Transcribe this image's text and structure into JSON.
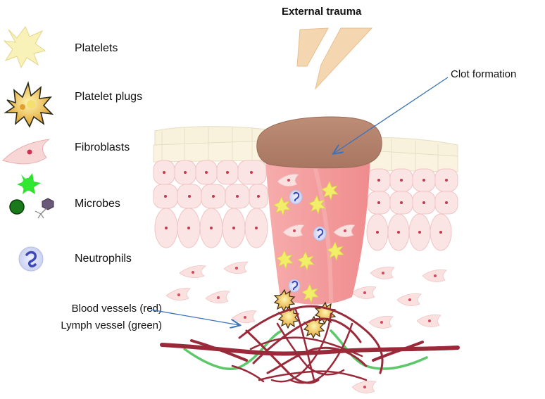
{
  "title": "External trauma",
  "legend": [
    {
      "key": "platelets",
      "label": "Platelets"
    },
    {
      "key": "platelet_plugs",
      "label": "Platelet plugs"
    },
    {
      "key": "fibroblasts",
      "label": "Fibroblasts"
    },
    {
      "key": "microbes",
      "label": "Microbes"
    },
    {
      "key": "neutrophils",
      "label": "Neutrophils"
    }
  ],
  "callouts": {
    "clot": "Clot formation",
    "blood_vessels": "Blood vessels (red)",
    "lymph_vessel": "Lymph vessel (green)"
  },
  "colors": {
    "platelet": "#f7f0b0",
    "plug": "#e8c040",
    "fibroblast": "#f6c7c7",
    "microbe_green": "#22dd22",
    "microbe_dark": "#1a7a1a",
    "neutrophil": "#d8def6",
    "clot": "#b8846e",
    "wound": "#f08d8e",
    "blood_vessel": "#9a2a3a",
    "lymph": "#5cc86a",
    "arrow": "#3d73b8"
  }
}
